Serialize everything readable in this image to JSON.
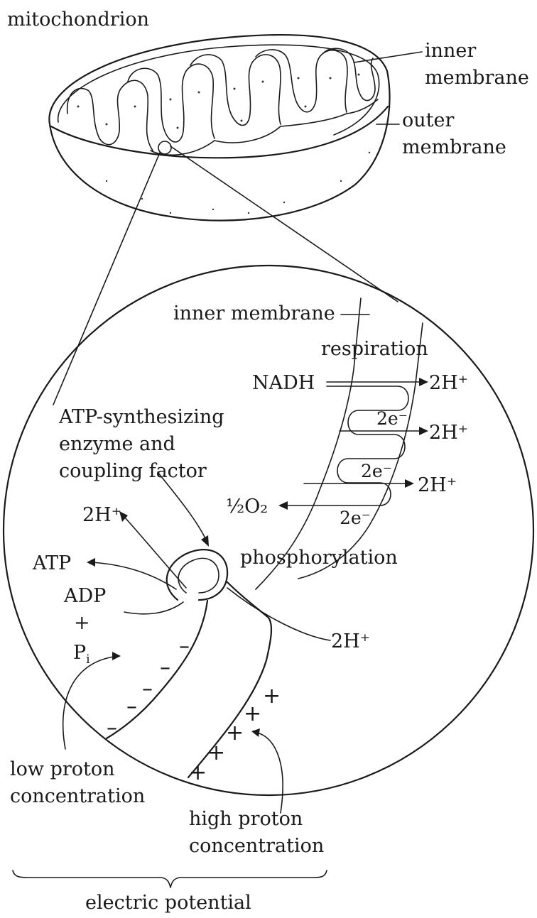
{
  "labels": {
    "mitochondrion": "mitochondrion",
    "inner_membrane_top_1": "inner",
    "inner_membrane_top_2": "membrane",
    "outer_membrane_1": "outer",
    "outer_membrane_2": "membrane",
    "inner_membrane_detail": "inner membrane",
    "respiration": "respiration",
    "nadh": "NADH",
    "h_plus_1": "2H⁺",
    "h_plus_2": "2H⁺",
    "h_plus_3": "2H⁺",
    "electrons_1": "2e⁻",
    "electrons_2": "2e⁻",
    "electrons_3": "2e⁻",
    "half_o2": "½O₂",
    "enzyme_1": "ATP-synthesizing",
    "enzyme_2": "enzyme and",
    "enzyme_3": "coupling factor",
    "h_plus_out": "2H⁺",
    "atp": "ATP",
    "phosphorylation": "phosphorylation",
    "adp": "ADP",
    "plus": "+",
    "pi": "P",
    "pi_sub": "i",
    "h_plus_in": "2H⁺",
    "minus_sign": "–",
    "plus_sign": "+",
    "low_proton_1": "low proton",
    "low_proton_2": "concentration",
    "high_proton_1": "high proton",
    "high_proton_2": "concentration",
    "electric_potential": "electric potential"
  }
}
